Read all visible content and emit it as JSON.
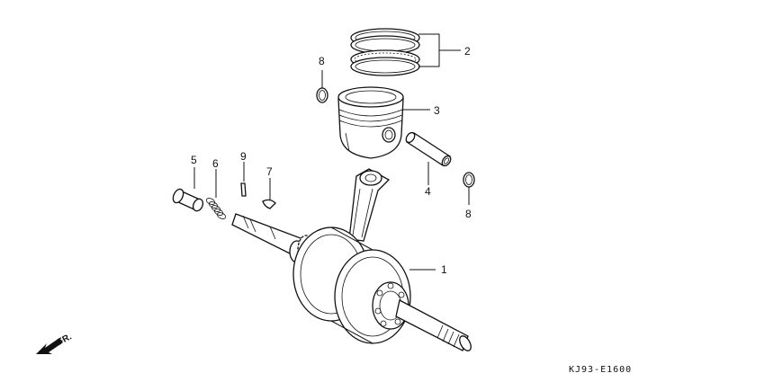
{
  "diagram": {
    "callouts": [
      {
        "id": "c1",
        "label": "1"
      },
      {
        "id": "c2",
        "label": "2"
      },
      {
        "id": "c3",
        "label": "3"
      },
      {
        "id": "c4",
        "label": "4"
      },
      {
        "id": "c5",
        "label": "5"
      },
      {
        "id": "c6",
        "label": "6"
      },
      {
        "id": "c7",
        "label": "7"
      },
      {
        "id": "c8a",
        "label": "8"
      },
      {
        "id": "c8b",
        "label": "8"
      },
      {
        "id": "c9",
        "label": "9"
      }
    ],
    "front_indicator": "FR.",
    "drawing_code": "KJ93-E1600"
  }
}
